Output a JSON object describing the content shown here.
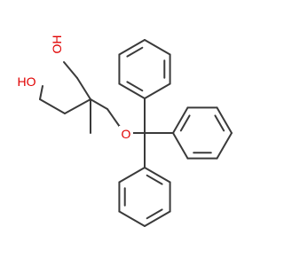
{
  "molecule": {
    "line_color": "#3a3a3a",
    "heteroatom_color": "#e00000",
    "labels": {
      "oh_top": "OH",
      "oh_left": "HO",
      "ether_o": "O"
    }
  }
}
